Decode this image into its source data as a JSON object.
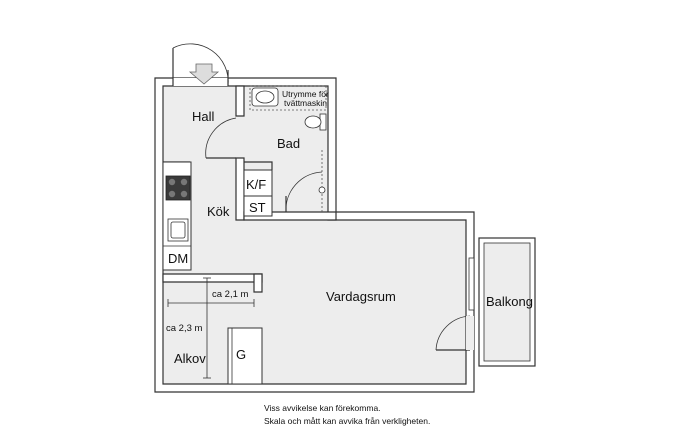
{
  "rooms": {
    "hall": "Hall",
    "bad": "Bad",
    "kok": "Kök",
    "vardagsrum": "Vardagsrum",
    "balkong": "Balkong",
    "alkov": "Alkov"
  },
  "fixtures": {
    "kf": "K/F",
    "st": "ST",
    "dm": "DM",
    "g": "G",
    "utrymme_line1": "Utrymme för",
    "utrymme_line2": "tvättmaskin"
  },
  "dimensions": {
    "width": "ca 2,1 m",
    "height": "ca 2,3 m"
  },
  "disclaimer": {
    "line1": "Viss avvikelse kan förekomma.",
    "line2": "Skala och mått kan avvika från verkligheten."
  }
}
